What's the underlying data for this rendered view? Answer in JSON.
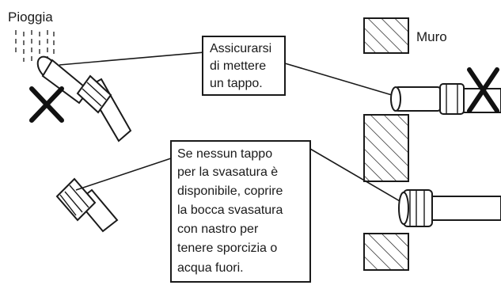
{
  "labels": {
    "rain": "Pioggia",
    "wall": "Muro"
  },
  "callout_cap": [
    "Assicurarsi",
    "di mettere",
    "un tappo."
  ],
  "callout_tape": [
    "Se nessun tappo",
    "per la svasatura è",
    "disponibile, coprire",
    "la bocca svasatura",
    "con nastro per",
    "tenere sporcizia o",
    "acqua fuori."
  ],
  "icons": {
    "rain": "rain-drops-icon",
    "cross": "x-mark-icon",
    "wall": "hatched-wall-icon",
    "pipe": "copper-pipe-icon",
    "flare_nut": "flare-nut-icon"
  }
}
